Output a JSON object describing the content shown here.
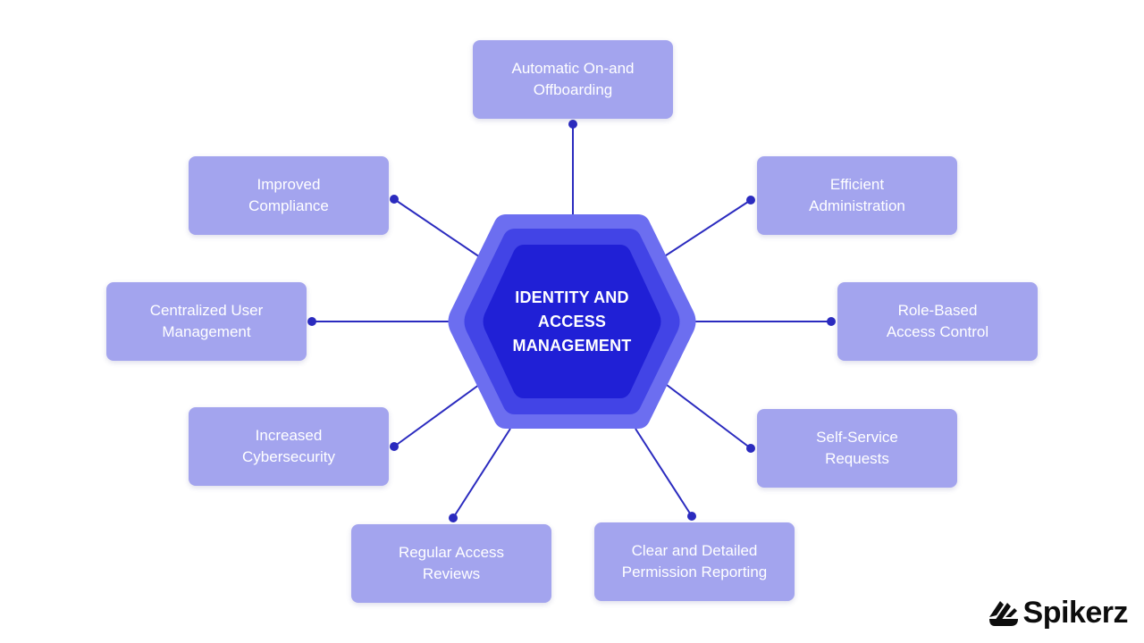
{
  "hub": {
    "label": "IDENTITY AND\nACCESS\nMANAGEMENT"
  },
  "nodes": [
    {
      "id": "automatic-onboarding",
      "label": "Automatic On-and\nOffboarding"
    },
    {
      "id": "efficient-administration",
      "label": "Efficient\nAdministration"
    },
    {
      "id": "role-based-access-control",
      "label": "Role-Based\nAccess Control"
    },
    {
      "id": "self-service-requests",
      "label": "Self-Service\nRequests"
    },
    {
      "id": "permission-reporting",
      "label": "Clear and Detailed\nPermission Reporting"
    },
    {
      "id": "regular-access-reviews",
      "label": "Regular Access\nReviews"
    },
    {
      "id": "increased-cybersecurity",
      "label": "Increased\nCybersecurity"
    },
    {
      "id": "centralized-user-management",
      "label": "Centralized User\nManagement"
    },
    {
      "id": "improved-compliance",
      "label": "Improved\nCompliance"
    }
  ],
  "brand": {
    "name": "Spikerz",
    "icon": "spikerz-logo-icon"
  },
  "colors": {
    "node_fill": "#a3a4ee",
    "connector": "#2b2bbf",
    "hex_outer": "#6c6ef0",
    "hex_middle": "#4244e6",
    "hex_inner": "#2020d6"
  }
}
